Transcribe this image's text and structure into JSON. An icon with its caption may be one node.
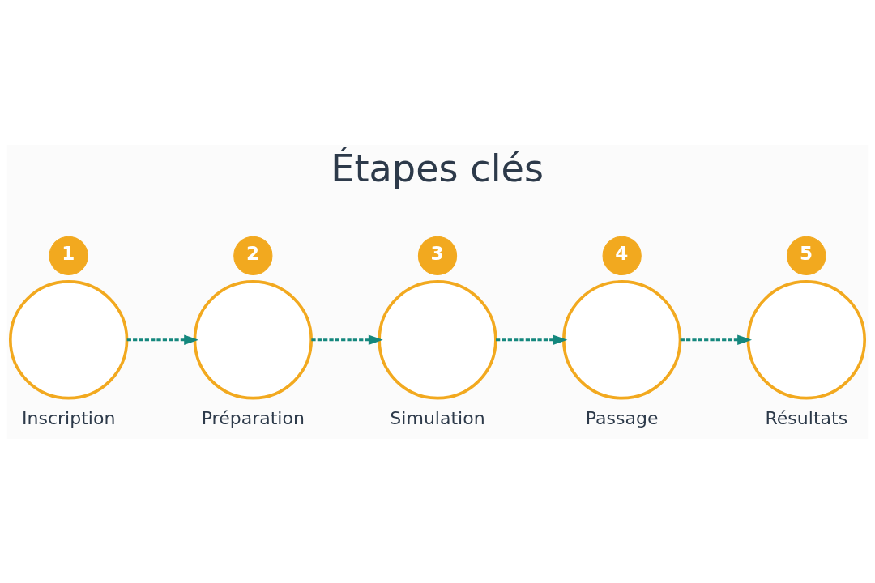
{
  "diagram": {
    "title": "Étapes clés",
    "nodes": [
      {
        "text": [
          "1"
        ]
      },
      {
        "text": [],
        "shape": "circle",
        "beside": [
          "Inscription"
        ]
      },
      {
        "text": [
          "2"
        ]
      },
      {
        "text": [],
        "shape": "circle",
        "beside": [
          "Préparation"
        ]
      },
      {
        "text": [
          "3"
        ]
      },
      {
        "text": [],
        "shape": "circle",
        "beside": [
          "Simulation"
        ]
      },
      {
        "text": [
          "4"
        ]
      },
      {
        "text": [],
        "shape": "circle",
        "beside": [
          "Passage"
        ]
      },
      {
        "text": [
          "5"
        ]
      },
      {
        "text": [],
        "shape": "circle",
        "beside": [
          "Résultats"
        ]
      }
    ],
    "edges": [
      {
        "from": 1,
        "to": 3,
        "arrow": "to",
        "style": "dashed"
      },
      {
        "from": 3,
        "to": 5,
        "arrow": "to",
        "style": "dashed"
      },
      {
        "from": 5,
        "to": 7,
        "arrow": "to",
        "style": "dashed"
      },
      {
        "from": 7,
        "to": 9,
        "arrow": "to",
        "style": "dashed"
      }
    ]
  }
}
